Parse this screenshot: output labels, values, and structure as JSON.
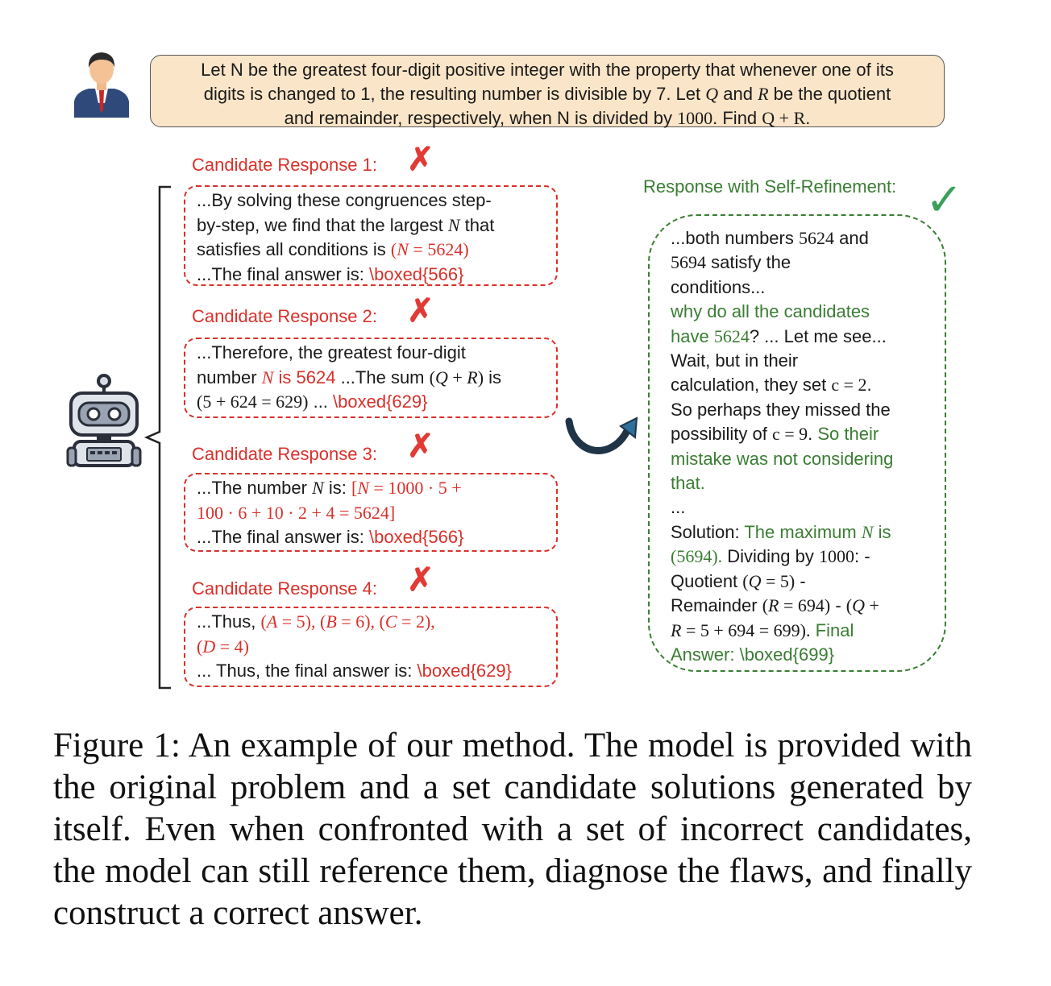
{
  "question": {
    "lines": [
      [
        "Let N be the greatest four-digit positive integer with the property that whenever one of its"
      ],
      [
        "digits is changed to 1, the resulting number is divisible by 7. Let ",
        "Q",
        " and ",
        "R",
        " be the quotient"
      ],
      [
        "and remainder, respectively, when N is divided by ",
        "1000",
        ". Find ",
        "Q + R",
        "."
      ]
    ]
  },
  "candidates": [
    {
      "label": "Candidate Response 1:",
      "mark": "✗",
      "lines": [
        "...By solving these congruences step-",
        "by-step, we find that the largest N that",
        "satisfies all conditions is (N = 5624)",
        "...The final answer is: \\boxed{566}"
      ]
    },
    {
      "label": "Candidate Response 2:",
      "mark": "✗",
      "lines": [
        "...Therefore, the greatest four-digit",
        "number N is 5624 ...The sum (Q + R) is",
        "(5 + 624 = 629) ... \\boxed{629}"
      ]
    },
    {
      "label": "Candidate Response 3:",
      "mark": "✗",
      "lines": [
        "...The number N is: [N = 1000 · 5 +",
        "100 · 6 + 10 · 2 + 4 = 5624]",
        "...The final answer is: \\boxed{566}"
      ]
    },
    {
      "label": "Candidate Response 4:",
      "mark": "✗",
      "lines": [
        "...Thus, (A = 5), (B = 6), (C = 2),",
        "(D = 4)",
        "... Thus, the final answer is: \\boxed{629}"
      ]
    }
  ],
  "refinement": {
    "label": "Response with Self-Refinement:",
    "mark": "✓",
    "lines": [
      "...both numbers 5624 and",
      "5694 satisfy the",
      "conditions...",
      "why do all the candidates",
      "have 5624? ... Let me see...",
      "Wait, but in their",
      "calculation, they set c = 2.",
      "So perhaps they missed the",
      "possibility of c = 9. So their",
      "mistake was not considering",
      "that.",
      "...",
      "Solution: The maximum N is",
      "(5694). Dividing by 1000: -",
      "Quotient (Q = 5) -",
      "Remainder (R = 694) - (Q +",
      "R = 5 + 694 = 699). Final",
      "Answer: \\boxed{699}"
    ]
  },
  "caption": "Figure 1: An example of our method. The model is provided with the original problem and a set candidate solutions generated by itself. Even when confronted with a set of incorrect candidates, the model can still reference them, diagnose the flaws, and finally construct a correct answer.",
  "colors": {
    "question_bg": "#fbe5c8",
    "wrong": "#d9302a",
    "correct": "#3a7d33",
    "check": "#3aa05a",
    "arrow": "#1f3447"
  },
  "icons": [
    "user-icon",
    "robot-icon",
    "cross-mark-icon",
    "check-mark-icon",
    "refine-arrow-icon",
    "brace-icon"
  ]
}
